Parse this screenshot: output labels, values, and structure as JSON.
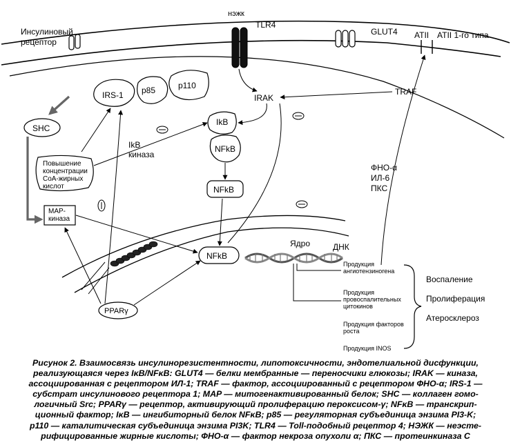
{
  "labels": {
    "insulin_receptor": [
      "Инсулиновый",
      "рецептор"
    ],
    "nezhk": "нэжк",
    "tlr4": "TLR4",
    "glut4": "GLUT4",
    "atii": "ATII",
    "atii_type1": "ATII 1-го типа",
    "irs1": "IRS-1",
    "p85": "p85",
    "p110": "p110",
    "irak": "IRAK",
    "traf": "TRAF",
    "shc": "SHC",
    "ikb": "IkB",
    "ikb_kinase": [
      "IkB",
      "киназа"
    ],
    "nfkb_complex": "NFkB",
    "nfkb_free": "NFkB",
    "nfkb_nucleus": "NFkB",
    "ffa_box": [
      "Повышение",
      "концентрации",
      "CoA-жирных",
      "кислот"
    ],
    "map_kinase": [
      "MAP-",
      "киназа"
    ],
    "cytokines": [
      "ФНО-α",
      "ИЛ-6",
      "ПКС"
    ],
    "nucleus": "Ядро",
    "dna": "ДНК",
    "ppar": "PPARγ",
    "prod_angio": [
      "Продукция",
      "ангиотензиногена"
    ],
    "prod_cytokines": [
      "Продукция",
      "провоспалительных",
      "цитокинов"
    ],
    "prod_growth": [
      "Продукция факторов",
      "роста"
    ],
    "prod_inos": "Продукция INOS",
    "outcomes": [
      "Воспаление",
      "Пролиферация",
      "Атеросклероз"
    ]
  },
  "caption": [
    "Рисунок 2. Взаимосвязь инсулинорезистентности, липотоксичности, эндотелиальной дисфункции,",
    "реализующаяся через IκB/NFκB: GLUT4 — белки мембранные — переносчики глюкозы; IRAK — киназа,",
    "ассоциированная с рецептором ИЛ-1; TRAF — фактор, ассоциированный с рецептором ФНО-α; IRS-1 —",
    "субстрат инсулинового рецептора 1; MAP — митогенактивированный белок; SHC — коллаген гомо-",
    "логичный Src; PPARγ — рецептор, активирующий пролиферацию пероксисом-γ; NFκB — транскрип-",
    "ционный фактор; IκB — ингибиторный белок NFκB; p85 — регуляторная субъединица энзима PI3-K;",
    "p110 — каталитическая субъединица энзима PI3K; TLR4 — Toll-подобный рецептор 4; НЭЖК — неэсте-",
    "рифицированные жирные кислоты; ФНО-α — фактор некроза опухоли α; ПКС — протеинкиназа С"
  ]
}
